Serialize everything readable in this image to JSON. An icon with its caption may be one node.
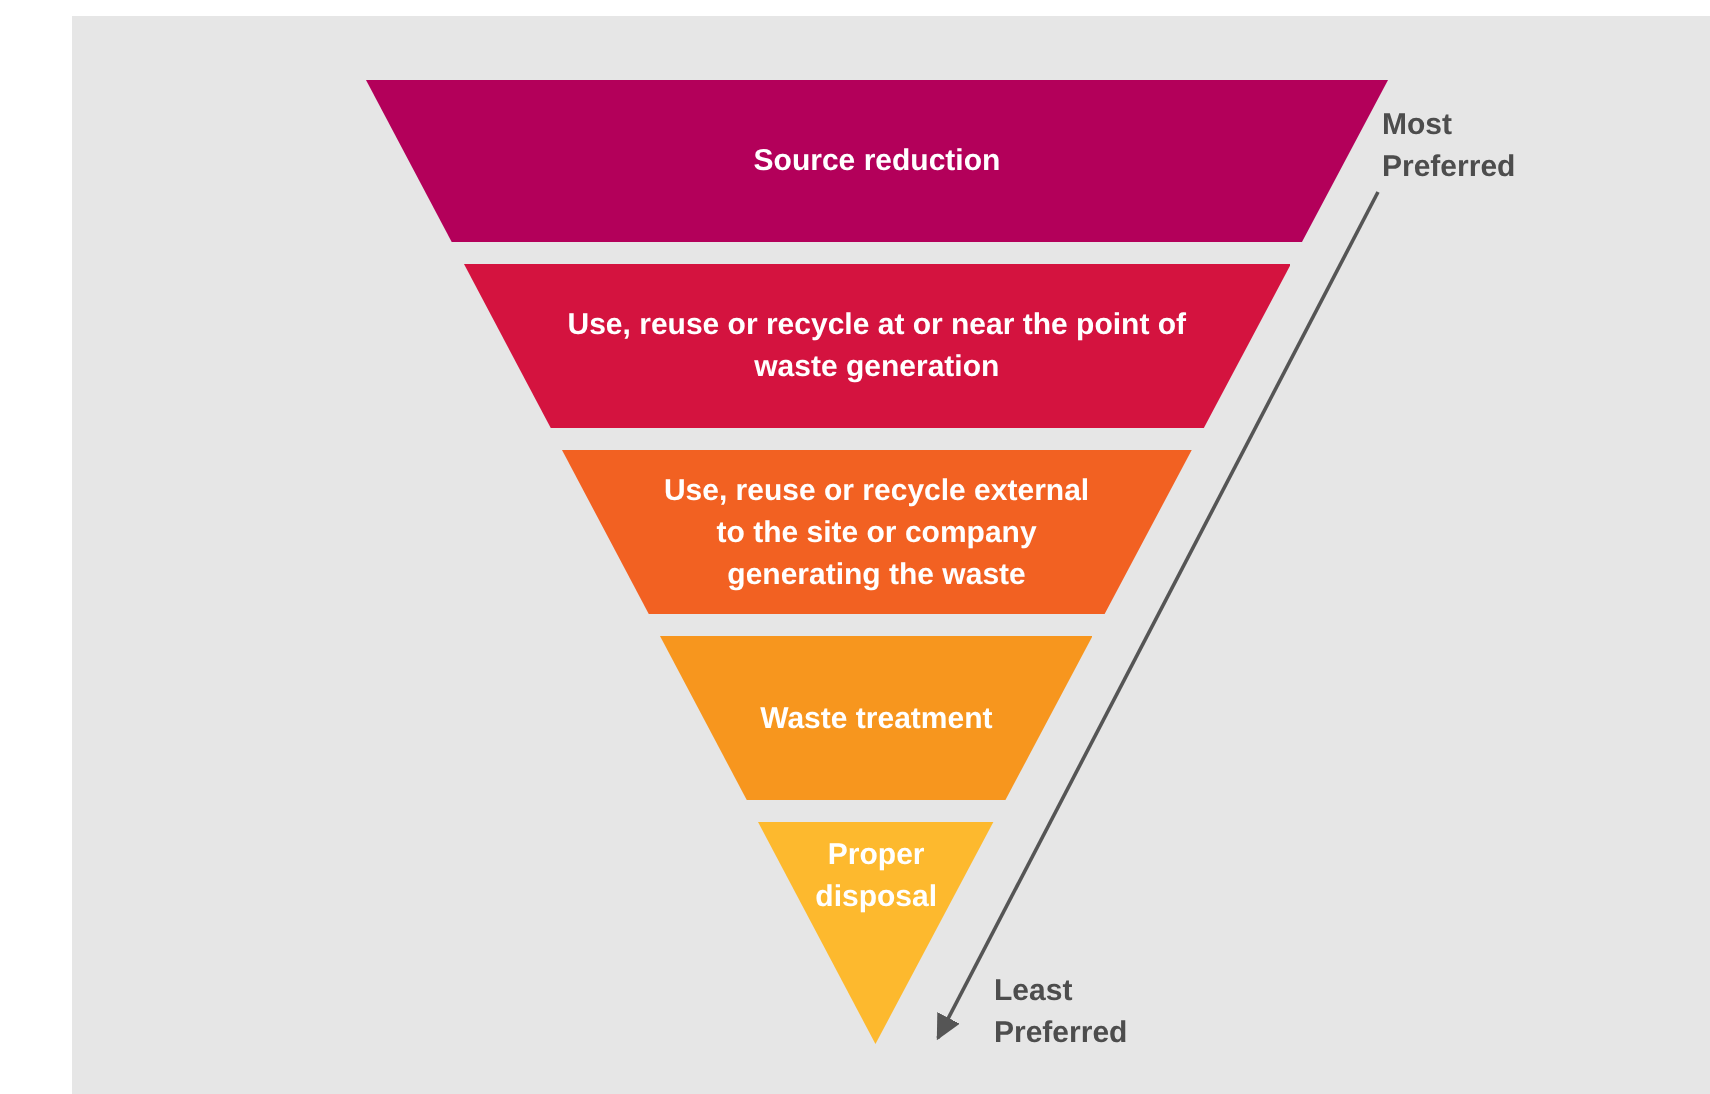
{
  "diagram": {
    "nodes": [
      {
        "text": [
          "Source reduction"
        ]
      },
      {
        "text": [
          "Use, reuse or recycle at or near the point of waste generation"
        ]
      },
      {
        "text": [
          "Use, reuse or recycle external to the site or company generating the waste"
        ]
      },
      {
        "text": [
          "Waste treatment"
        ]
      },
      {
        "text": [
          "Proper disposal"
        ]
      },
      {
        "text": [
          "Most Preferred"
        ]
      },
      {
        "text": [
          "Least Preferred"
        ]
      }
    ],
    "edges": [
      {
        "from": 5,
        "to": 6,
        "arrow": "to"
      }
    ]
  }
}
